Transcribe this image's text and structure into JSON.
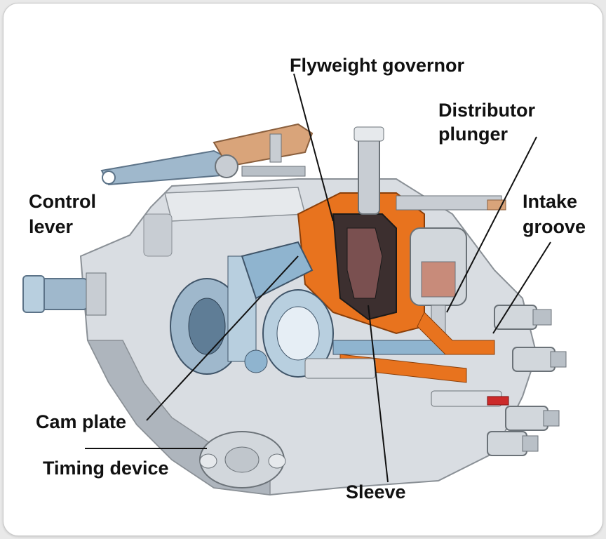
{
  "labels": {
    "flyweight_governor": "Flyweight governor",
    "distributor_plunger_line1": "Distributor",
    "distributor_plunger_line2": "plunger",
    "control_lever_line1": "Control",
    "control_lever_line2": "lever",
    "intake_groove_line1": "Intake",
    "intake_groove_line2": "groove",
    "cam_plate": "Cam plate",
    "timing_device": "Timing device",
    "sleeve": "Sleeve"
  },
  "colors": {
    "housing": "#d9dde2",
    "housing_shadow": "#aeb5bd",
    "metal_blue": "#8fb4cf",
    "fuel_orange": "#e8731e",
    "copper": "#d9a47a",
    "dark": "#2a2a2a",
    "frame_bg": "#ffffff"
  }
}
